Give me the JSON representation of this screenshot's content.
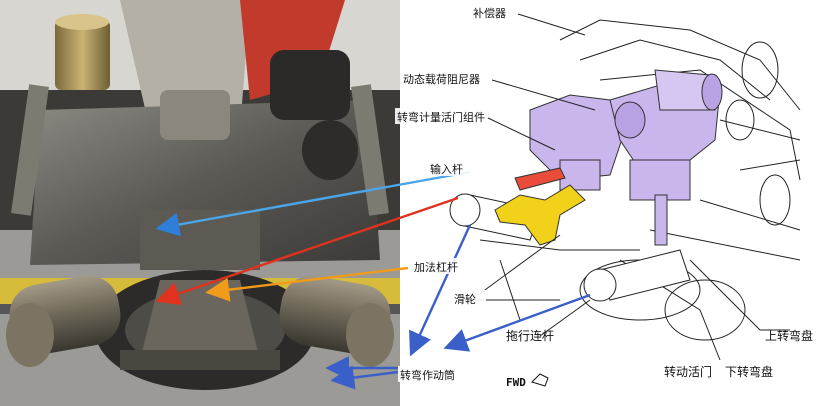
{
  "labels": {
    "compensator": "补偿器",
    "dynamic_damper": "动态载荷阻尼器",
    "metering_valve_assembly": "转弯计量活门组件",
    "input_rod": "输入杆",
    "summing_lever": "加法杠杆",
    "pulley": "滑轮",
    "tow_link": "拖行连杆",
    "upper_turntable": "上转弯盘",
    "steering_actuator": "转弯作动筒",
    "rotary_valve": "转动活门",
    "lower_turntable": "下转弯盘",
    "fwd": "FWD"
  },
  "colors": {
    "purple_component": "#c9b6ec",
    "yellow_lever": "#f2d11a",
    "arrow_blue": "#2f7fd9",
    "arrow_red": "#e0321e",
    "arrow_orange": "#f29a1a",
    "arrow_lightblue": "#4aa6e8",
    "arrow_darkblue": "#3a5fc8"
  }
}
